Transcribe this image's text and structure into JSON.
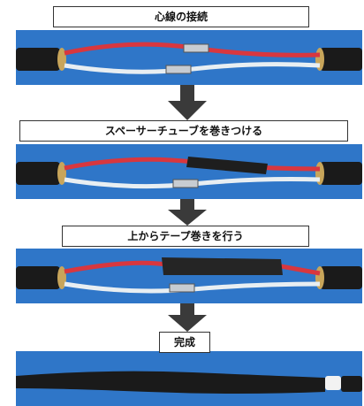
{
  "steps": [
    {
      "label": "心線の接続"
    },
    {
      "label": "スペーサーチューブを巻きつける"
    },
    {
      "label": "上からテープ巻きを行う"
    },
    {
      "label": "完成"
    }
  ],
  "colors": {
    "background_blue": "#2f76c8",
    "red_wire": "#d8373f",
    "white_wire": "#e8eef2",
    "cable_black": "#1a1a1a",
    "arrow": "#3a3a3a"
  },
  "icons": [
    "down-arrow-icon"
  ]
}
